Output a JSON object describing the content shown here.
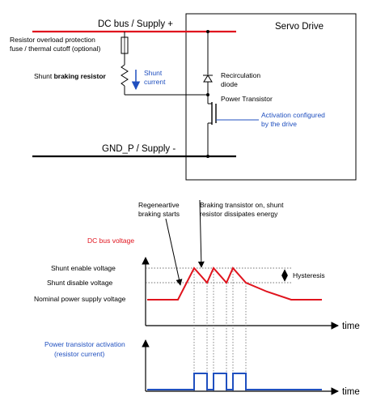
{
  "circuit": {
    "dc_bus_label": "DC bus / Supply +",
    "servo_drive_label": "Servo Drive",
    "fuse_label_line1": "Resistor overload protection",
    "fuse_label_line2": "fuse / thermal cutoff (optional)",
    "resistor_label_prefix": "Shunt ",
    "resistor_label_bold": "braking resistor",
    "shunt_current_line1": "Shunt",
    "shunt_current_line2": "current",
    "diode_label_line1": "Recirculation",
    "diode_label_line2": "diode",
    "transistor_label": "Power Transistor",
    "activation_line1": "Activation configured",
    "activation_line2": "by the drive",
    "gnd_label": "GND_P / Supply -"
  },
  "timing": {
    "annotation_regen_line1": "Regeneartive",
    "annotation_regen_line2": "braking starts",
    "annotation_braking_line1": "Braking transistor on, shunt",
    "annotation_braking_line2": "resistor dissipates energy",
    "dc_bus_voltage_label": "DC bus voltage",
    "shunt_enable_label": "Shunt enable voltage",
    "shunt_disable_label": "Shunt disable voltage",
    "nominal_label": "Nominal power supply voltage",
    "hysteresis_label": "Hysteresis",
    "time_label_top": "time",
    "activation_label_line1": "Power transistor activation",
    "activation_label_line2": "(resistor current)",
    "time_label_bottom": "time"
  },
  "colors": {
    "bus_red": "#e0141e",
    "signal_blue": "#1f4fbf",
    "wire_black": "#000000"
  }
}
